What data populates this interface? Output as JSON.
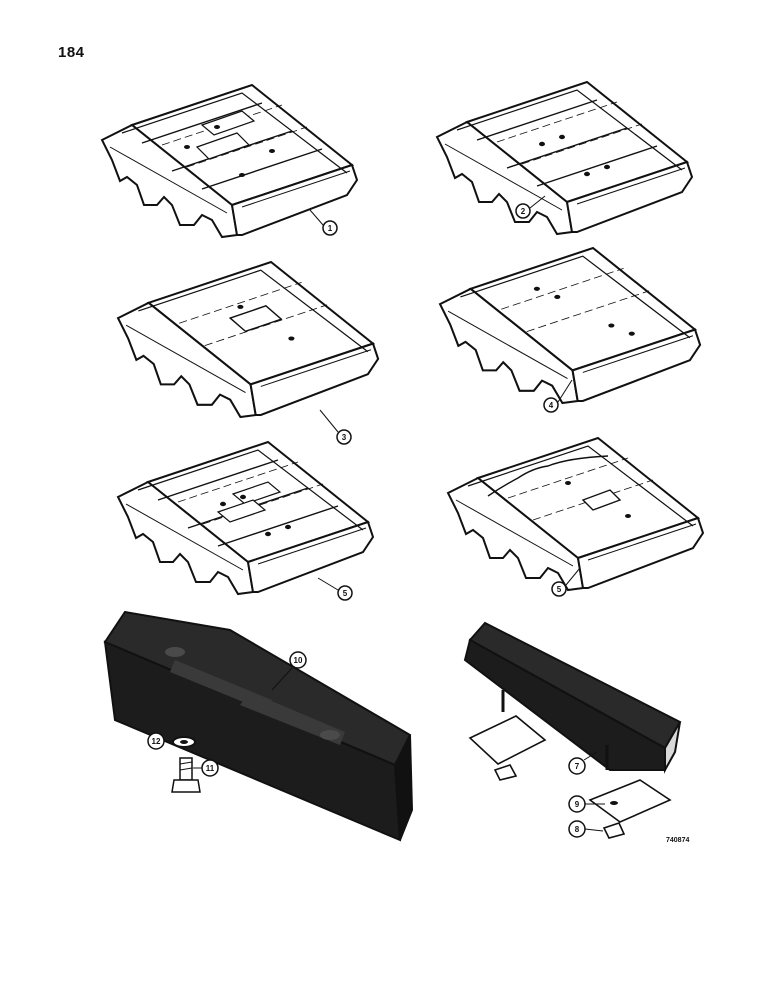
{
  "page": {
    "number": "184",
    "drawing_code": "740874"
  },
  "callouts": {
    "c1": "1",
    "c2": "2",
    "c3": "3",
    "c4": "4",
    "c5": "5",
    "c6": "5",
    "c7": "7",
    "c8": "8",
    "c9": "9",
    "c10": "10",
    "c11": "11",
    "c12": "12"
  },
  "colors": {
    "ink": "#111111",
    "paper": "#ffffff",
    "pad": "#1c1c1c",
    "shade": "#d9d9d9"
  }
}
